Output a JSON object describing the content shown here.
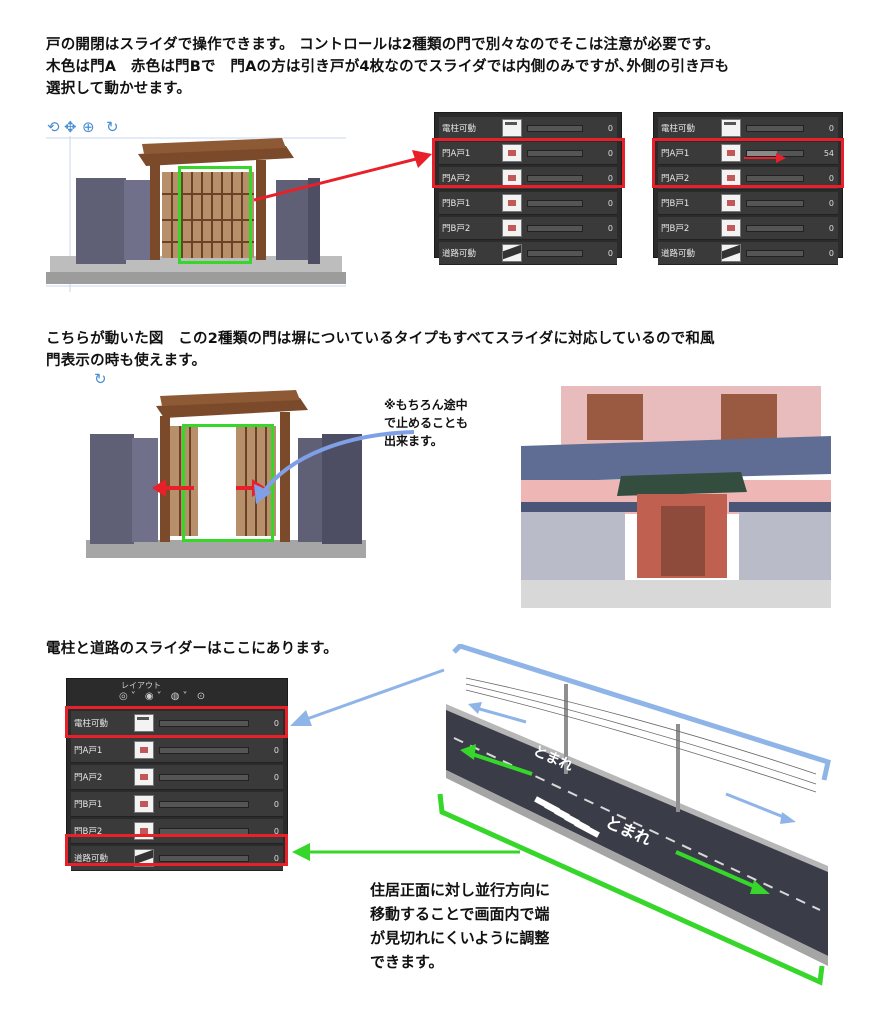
{
  "intro": {
    "line1": "戸の開閉はスライダで操作できます。 コントロールは2種類の門で別々なのでそこは注意が必要です。",
    "line2": "木色は門A　赤色は門Bで　門Aの方は引き戸が4枚なのでスライダでは内側のみですが､外側の引き戸も",
    "line3": "選択して動かせます。"
  },
  "viewport_icons": [
    "camera-rotate-icon",
    "camera-pan-icon",
    "camera-zoom-icon",
    "undo-rotate-icon"
  ],
  "panel_before": {
    "rows": [
      {
        "label": "電柱可動",
        "value": "0",
        "fill": 0,
        "thumb": "pole"
      },
      {
        "label": "門A戸1",
        "value": "0",
        "fill": 0,
        "thumb": "gate"
      },
      {
        "label": "門A戸2",
        "value": "0",
        "fill": 0,
        "thumb": "gate"
      },
      {
        "label": "門B戸1",
        "value": "0",
        "fill": 0,
        "thumb": "gate"
      },
      {
        "label": "門B戸2",
        "value": "0",
        "fill": 0,
        "thumb": "gate"
      },
      {
        "label": "道路可動",
        "value": "0",
        "fill": 0,
        "thumb": "road"
      }
    ]
  },
  "panel_after": {
    "rows": [
      {
        "label": "電柱可動",
        "value": "0",
        "fill": 0,
        "thumb": "pole"
      },
      {
        "label": "門A戸1",
        "value": "54",
        "fill": 0.54,
        "thumb": "gate"
      },
      {
        "label": "門A戸2",
        "value": "0",
        "fill": 0,
        "thumb": "gate"
      },
      {
        "label": "門B戸1",
        "value": "0",
        "fill": 0,
        "thumb": "gate"
      },
      {
        "label": "門B戸2",
        "value": "0",
        "fill": 0,
        "thumb": "gate"
      },
      {
        "label": "道路可動",
        "value": "0",
        "fill": 0,
        "thumb": "road"
      }
    ]
  },
  "section2": {
    "line1": "こちらが動いた図　この2種類の門は塀についているタイプもすべてスライダに対応しているので和風",
    "line2": "門表示の時も使えます。",
    "callout_line1": "※もちろん途中",
    "callout_line2": "で止めることも",
    "callout_line3": "出来ます。"
  },
  "section3": {
    "heading": "電柱と道路のスライダーはここにあります。",
    "layout_label": "レイアウト",
    "callout_line1": "住居正面に対し並行方向に",
    "callout_line2": "移動することで画面内で端",
    "callout_line3": "が見切れにくいように調整",
    "callout_line4": "できます。"
  },
  "panel_large": {
    "rows": [
      {
        "label": "電柱可動",
        "value": "0",
        "fill": 0,
        "thumb": "pole"
      },
      {
        "label": "門A戸1",
        "value": "0",
        "fill": 0,
        "thumb": "gate"
      },
      {
        "label": "門A戸2",
        "value": "0",
        "fill": 0,
        "thumb": "gate"
      },
      {
        "label": "門B戸1",
        "value": "0",
        "fill": 0,
        "thumb": "gate"
      },
      {
        "label": "門B戸2",
        "value": "0",
        "fill": 0,
        "thumb": "gate"
      },
      {
        "label": "道路可動",
        "value": "0",
        "fill": 0,
        "thumb": "road"
      }
    ]
  },
  "road_markings": {
    "text_top": "とまれ",
    "text_bottom": "とまれ"
  },
  "colors": {
    "red": "#e8202a",
    "green": "#36d62a",
    "blue": "#8fb4e8"
  }
}
